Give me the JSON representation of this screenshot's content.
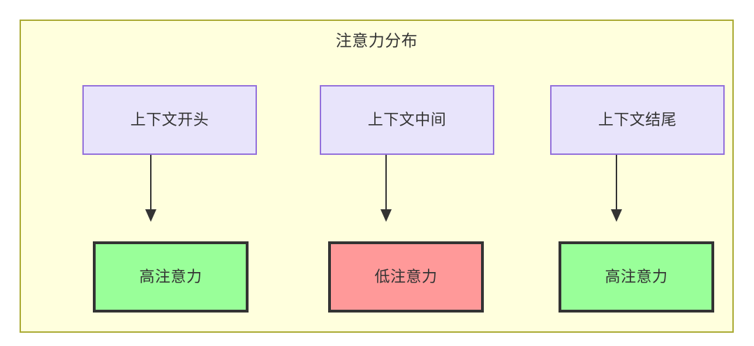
{
  "diagram": {
    "type": "flowchart",
    "title": "注意力分布",
    "container": {
      "fill": "#ffffdd",
      "stroke": "#aaaa33"
    },
    "nodes": {
      "context": [
        {
          "id": "ctx-start",
          "label": "上下文开头",
          "fill": "#e8e4fb",
          "stroke": "#9370db"
        },
        {
          "id": "ctx-middle",
          "label": "上下文中间",
          "fill": "#e8e4fb",
          "stroke": "#9370db"
        },
        {
          "id": "ctx-end",
          "label": "上下文结尾",
          "fill": "#e8e4fb",
          "stroke": "#9370db"
        }
      ],
      "attention": [
        {
          "id": "attn-high-1",
          "label": "高注意力",
          "level": "high",
          "fill": "#99ff99",
          "stroke": "#333333"
        },
        {
          "id": "attn-low",
          "label": "低注意力",
          "level": "low",
          "fill": "#ff9999",
          "stroke": "#333333"
        },
        {
          "id": "attn-high-2",
          "label": "高注意力",
          "level": "high",
          "fill": "#99ff99",
          "stroke": "#333333"
        }
      ]
    },
    "edges": [
      {
        "from": "ctx-start",
        "to": "attn-high-1",
        "style": "solid-arrow"
      },
      {
        "from": "ctx-middle",
        "to": "attn-low",
        "style": "solid-arrow"
      },
      {
        "from": "ctx-end",
        "to": "attn-high-2",
        "style": "solid-arrow"
      }
    ],
    "edge_color": "#333333",
    "text_color": "#333333"
  }
}
